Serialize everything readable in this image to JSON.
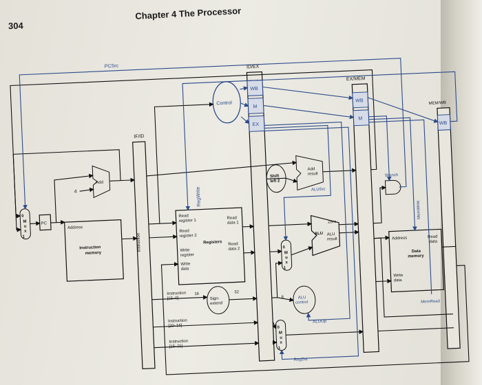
{
  "header": {
    "page_number": "304",
    "chapter": "Chapter 4  The Processor"
  },
  "diagram": {
    "pcsrc": "PCSrc",
    "id_ex": "ID/EX",
    "ex_mem": "EX/MEM",
    "mem_wb": "MEM/WB",
    "if_id": "IF/ID",
    "wb": "WB",
    "m": "M",
    "ex": "EX",
    "control": "Control",
    "add": "Add",
    "four": "4",
    "pc": "PC",
    "address": "Address",
    "instruction": "Instruction",
    "instruction_memory_1": "Instruction",
    "instruction_memory_2": "memory",
    "regwrite": "RegWrite",
    "read_register_1": [
      "Read",
      "register 1"
    ],
    "read_register_2": [
      "Read",
      "register 2"
    ],
    "read_data_1": [
      "Read",
      "data 1"
    ],
    "read_data_2": [
      "Read",
      "data 2"
    ],
    "registers": "Registers",
    "write_register": [
      "Write",
      "register"
    ],
    "write_data": [
      "Write",
      "data"
    ],
    "instr_15_0": [
      "Instruction",
      "[15–0]"
    ],
    "instr_20_16": [
      "Instruction",
      "[20–16]"
    ],
    "instr_15_11": [
      "Instruction",
      "[15–11]"
    ],
    "sixteen": "16",
    "thirty_two": "32",
    "six": "6",
    "sign_extend": [
      "Sign-",
      "extend"
    ],
    "shift_left_2": [
      "Shift",
      "left 2"
    ],
    "add_result": [
      "Add",
      "result"
    ],
    "alusrc": "ALUSrc",
    "zero": "Zero",
    "alu": "ALU",
    "alu_result": [
      "ALU",
      "result"
    ],
    "alu_control": [
      "ALU",
      "control"
    ],
    "aluop": "ALUOp",
    "regdst": "RegDst",
    "branch": "Branch",
    "memwrite": "MemWrite",
    "memread": "MemRead",
    "data_memory": [
      "Data",
      "memory"
    ],
    "mem_address": "Address",
    "mem_read_data": [
      "Read",
      "data"
    ],
    "mem_write_data": [
      "Write",
      "data"
    ],
    "mux": [
      "M",
      "u",
      "x"
    ],
    "mux_bits": [
      "0",
      "1"
    ]
  }
}
